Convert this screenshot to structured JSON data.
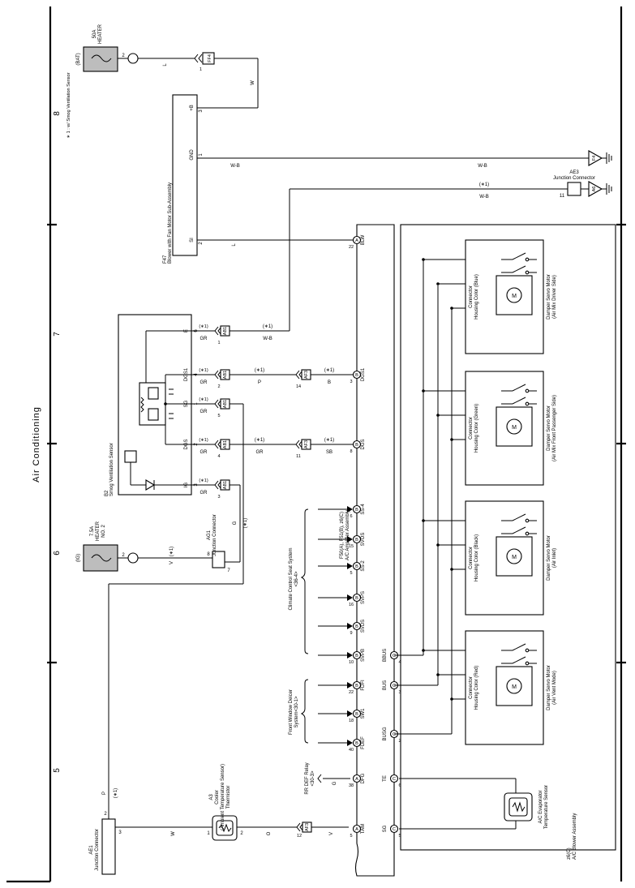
{
  "page": {
    "title": "Air Conditioning",
    "grid": [
      "8",
      "7",
      "6",
      "5"
    ],
    "note": "∗ 1 : w/ Smog Ventilation Sensor"
  },
  "power": {
    "bat_label": "(BAT)",
    "fuse_heater": [
      "50A",
      "HEATER"
    ],
    "ig_label": "(IG)",
    "fuse_heater2": [
      "7.5A",
      "HEATER",
      "NO. 2"
    ]
  },
  "blower": {
    "code": "F47",
    "name": "Blower with Fan Motor Sub-Assembly",
    "pins": [
      {
        "name": "+B",
        "num": "3"
      },
      {
        "name": "GND",
        "num": "1"
      },
      {
        "name": "SI",
        "num": "2"
      }
    ]
  },
  "sensor": {
    "code": "B2",
    "name": "Smog Ventilation Sensor",
    "pins": [
      {
        "name": "E",
        "num": "6"
      },
      {
        "name": "DGS1",
        "num": "4"
      },
      {
        "name": "SG",
        "num": "1"
      },
      {
        "name": "DGS",
        "num": "2"
      },
      {
        "name": "IG",
        "num": "3"
      }
    ]
  },
  "amplifier": {
    "codes": "F50(A), F51(B), z6(C)",
    "name": "A/C Amplifier Assembly",
    "pins": [
      {
        "name": "BLW",
        "num": "22",
        "conn": "A"
      },
      {
        "name": "DGS1",
        "num": "3",
        "conn": "B"
      },
      {
        "name": "DGS",
        "num": "8",
        "conn": "B"
      },
      {
        "name": "SS-4",
        "num": "6",
        "conn": "B"
      },
      {
        "name": "SVOS",
        "num": "15",
        "conn": "B"
      },
      {
        "name": "SS-2",
        "num": "5",
        "conn": "B"
      },
      {
        "name": "SVPS",
        "num": "16",
        "conn": "B"
      },
      {
        "name": "SVDS",
        "num": "9",
        "conn": "B"
      },
      {
        "name": "SVPB",
        "num": "10",
        "conn": "B"
      },
      {
        "name": "FDFI",
        "num": "22",
        "conn": "B"
      },
      {
        "name": "SW1",
        "num": "18",
        "conn": "B"
      },
      {
        "name": "FDEF",
        "num": "40",
        "conn": "B"
      },
      {
        "name": "DFG",
        "num": "38",
        "conn": "A"
      },
      {
        "name": "TAM",
        "num": "5",
        "conn": "A"
      },
      {
        "name": "BBUS",
        "num": "4",
        "conn": "C"
      },
      {
        "name": "BUS",
        "num": "3",
        "conn": "C"
      },
      {
        "name": "BUSG",
        "num": "2",
        "conn": "C"
      },
      {
        "name": "TE",
        "num": "6",
        "conn": "C"
      },
      {
        "name": "SG",
        "num": "5",
        "conn": "C"
      }
    ]
  },
  "blower_assy": {
    "code": "z6(C)",
    "name": "A/C Blower Assembly"
  },
  "evap": {
    "name": [
      "A/C Evaporator",
      "Temperature Sensor"
    ]
  },
  "servos": [
    {
      "name": "Damper Servo Motor",
      "sub": "(Air Mix Driver Side)",
      "conn": "Connector",
      "color": "Housing Color (Blue)"
    },
    {
      "name": "Damper Servo Motor",
      "sub": "(Air Mix Front Passenger Side)",
      "conn": "Connector",
      "color": "Housing Color (Green)"
    },
    {
      "name": "Damper Servo Motor",
      "sub": "(Air Inlet)",
      "conn": "Connector",
      "color": "Housing Color (Black)"
    },
    {
      "name": "Damper Servo Motor",
      "sub": "(Air Vent Mode)",
      "conn": "Connector",
      "color": "Housing Color (Red)"
    }
  ],
  "junctions": {
    "ae3": {
      "code": "AE3",
      "name": "Junction Connector",
      "pin": "11"
    },
    "ae1": {
      "code": "AE1",
      "name": "Junction Connector"
    },
    "ag1": {
      "code": "AG1",
      "name": "Junction Connector",
      "pin_a": "8",
      "pin_b": "7"
    }
  },
  "grounds": [
    "F4",
    "A6"
  ],
  "connectors": {
    "f4": {
      "code": "FF4",
      "pin": "1"
    },
    "ab1_e": {
      "code": "AB1",
      "pin": "1"
    },
    "ab1_dgs1": {
      "code": "AB1",
      "pin": "2"
    },
    "ab1_sg": {
      "code": "AB1",
      "pin": "5"
    },
    "ab1_dgs": {
      "code": "AB1",
      "pin": "4"
    },
    "ab1_ig": {
      "code": "AB1",
      "pin": "3"
    },
    "af3_dgs1": {
      "code": "AF3",
      "pin": "14"
    },
    "af3_dgs": {
      "code": "AF3",
      "pin": "11"
    },
    "af3_tam": {
      "code": "AF3",
      "pin": "12"
    }
  },
  "wires": {
    "l": "L",
    "w": "W",
    "wb": "W-B",
    "gr": "GR",
    "p": "P",
    "b": "B",
    "sb": "SB",
    "v": "V",
    "g": "G",
    "o": "O",
    "star": "(∗1)"
  },
  "thermistor": {
    "code": "A3",
    "name": [
      "Cooler",
      "(Ambient Temperature Sensor)",
      "Thermistor"
    ],
    "pin_a": "1",
    "pin_b": "2"
  },
  "systems": {
    "climate": [
      "Climate Control Seat System",
      "<36-4>"
    ],
    "window": [
      "Front Window Deicer",
      "System<30-1>"
    ],
    "rrdef": [
      "RR DEF Relay",
      "<30-3>"
    ]
  }
}
